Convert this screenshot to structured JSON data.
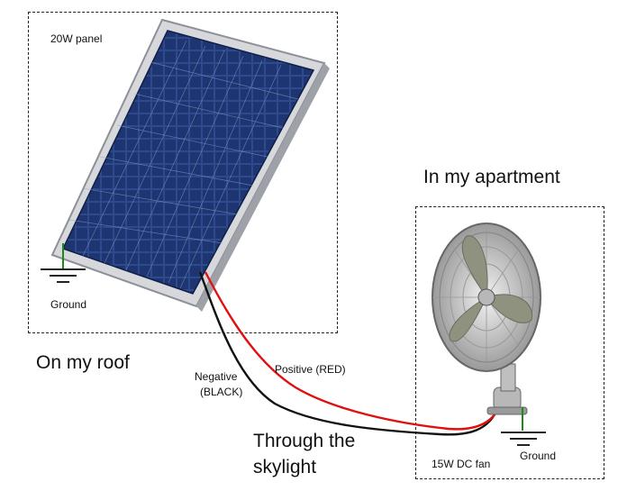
{
  "roof_box": {
    "label_panel": "20W panel",
    "label_ground": "Ground",
    "caption": "On my roof"
  },
  "apartment_box": {
    "heading": "In my apartment",
    "label_fan": "15W DC fan",
    "label_ground": "Ground"
  },
  "wires": {
    "negative": {
      "label_line1": "Negative",
      "label_line2": "(BLACK)",
      "color": "#111111"
    },
    "positive": {
      "label": "Positive (RED)",
      "color": "#e01010"
    }
  },
  "skylight": {
    "line1": "Through the",
    "line2": "skylight"
  },
  "colors": {
    "ground_wire": "#1a8a1a",
    "panel_cell": "#223a78",
    "panel_frame": "#c9ccd2"
  }
}
